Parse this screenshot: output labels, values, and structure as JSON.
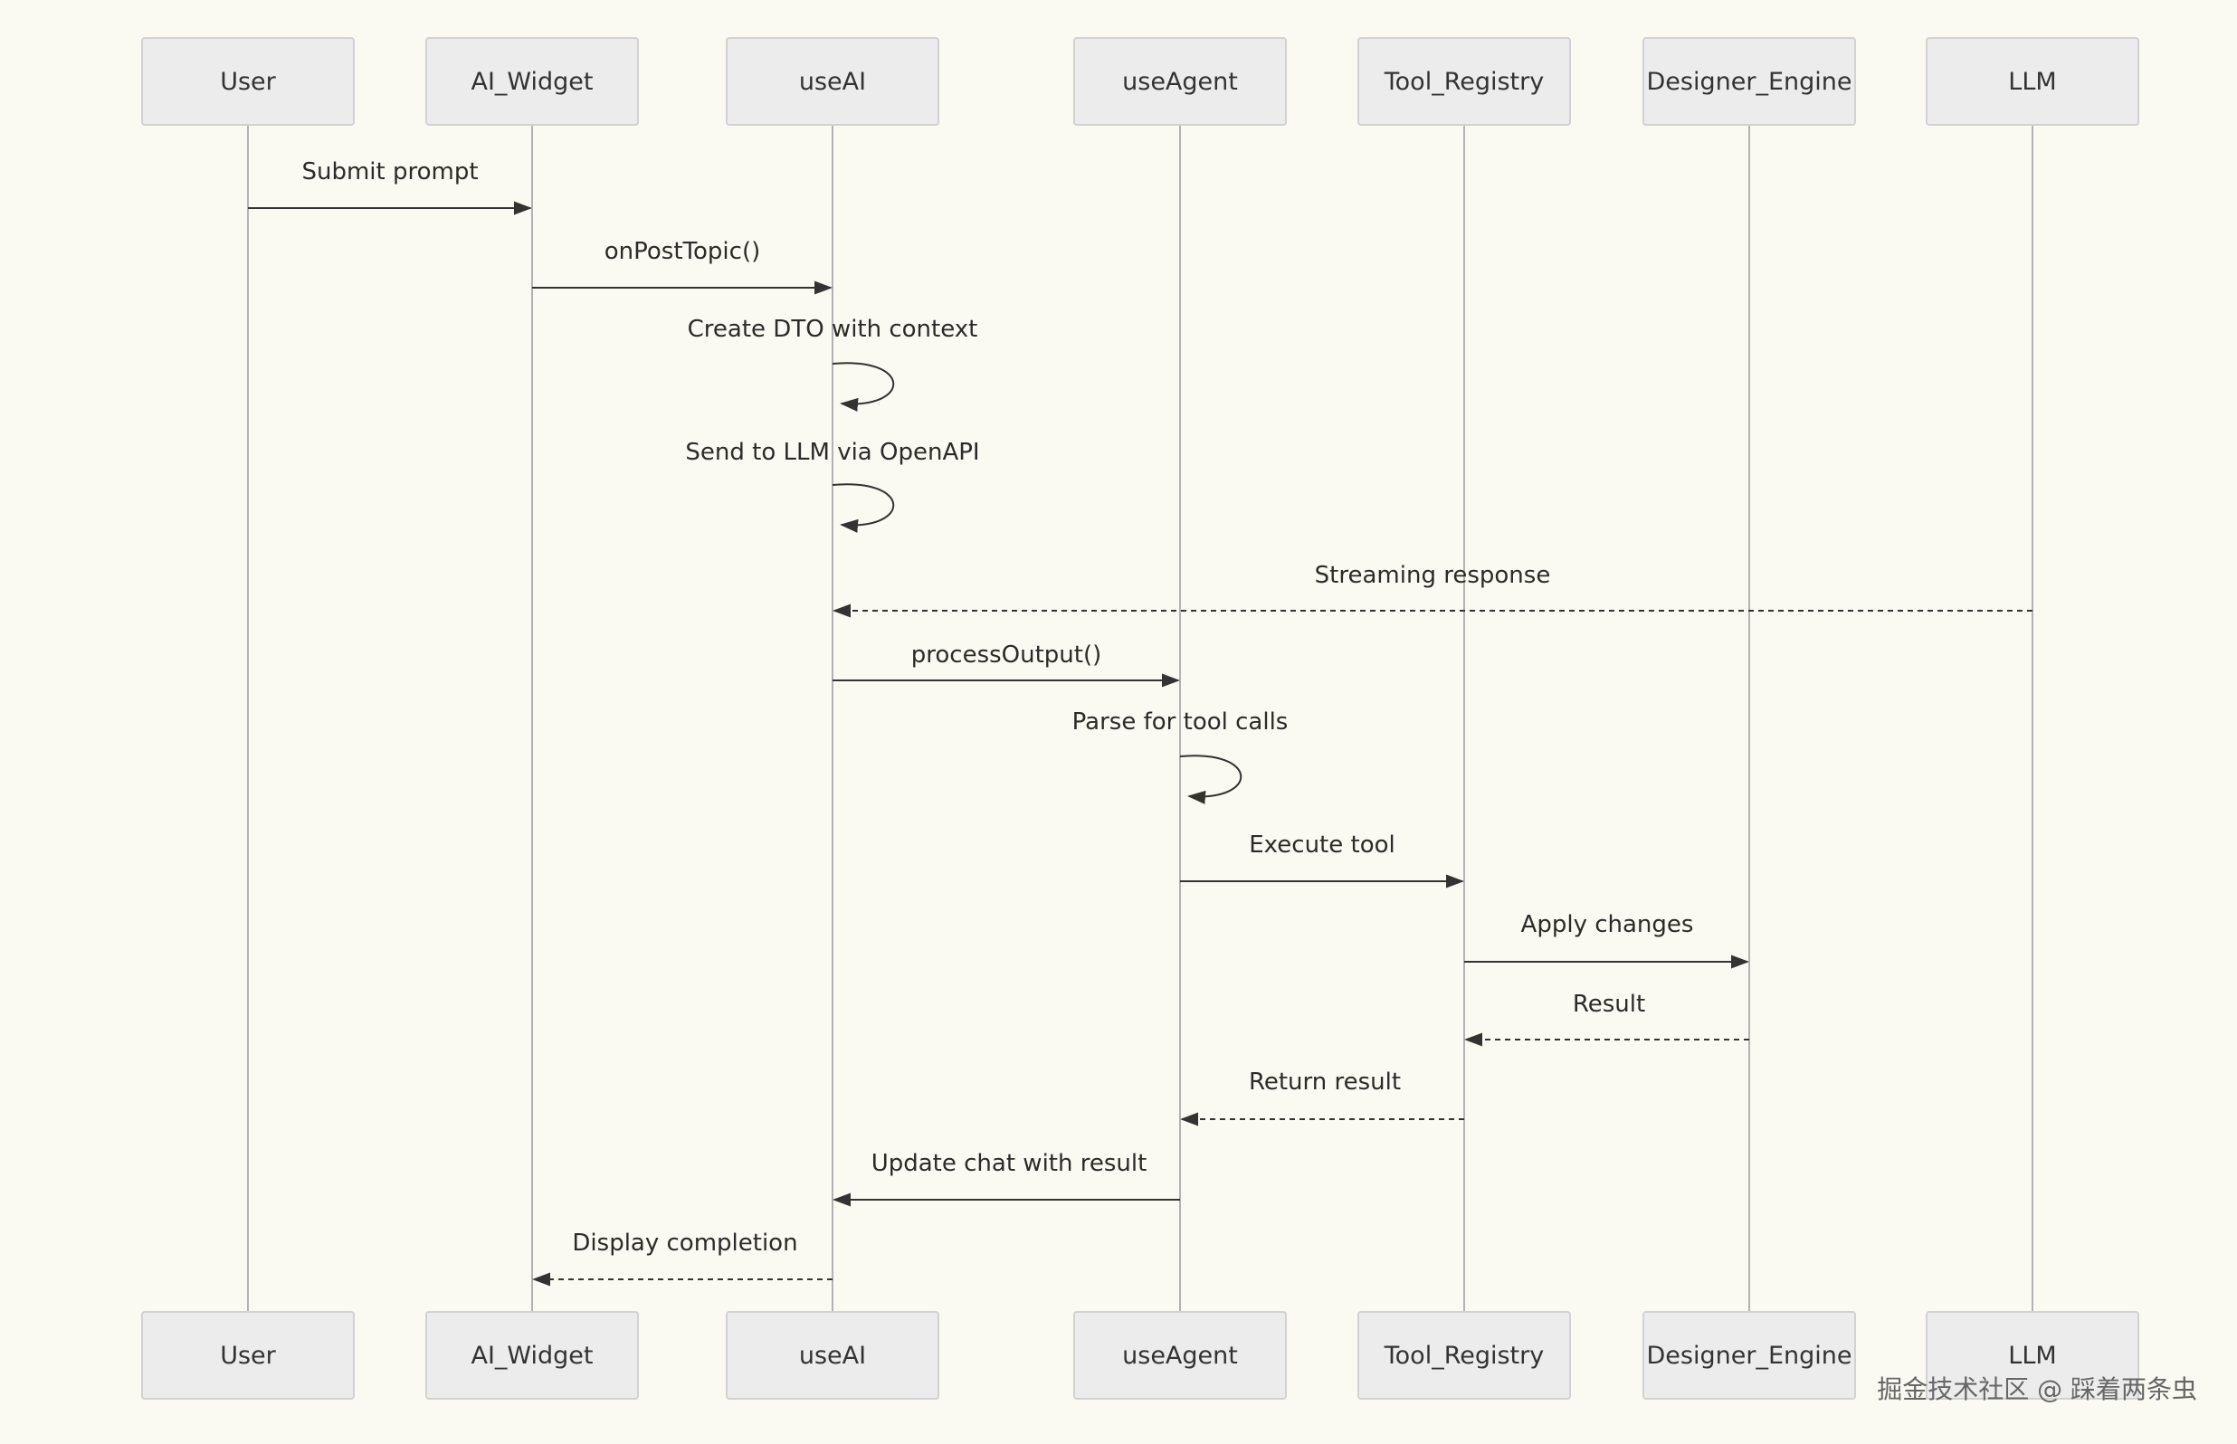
{
  "page": {
    "background_color": "#faf9f2",
    "watermark": "掘金技术社区 @ 踩着两条虫"
  },
  "diagram": {
    "type": "sequence-diagram",
    "colors": {
      "actor_fill": "#ececec",
      "actor_border": "#d2d2d2",
      "arrow": "#333333",
      "lifeline": "#b3b3b3",
      "text": "#2b2b2b"
    },
    "participants": [
      {
        "id": "user",
        "label": "User"
      },
      {
        "id": "ai-widget",
        "label": "AI_Widget"
      },
      {
        "id": "useai",
        "label": "useAI"
      },
      {
        "id": "useagent",
        "label": "useAgent"
      },
      {
        "id": "tool-registry",
        "label": "Tool_Registry"
      },
      {
        "id": "designer-engine",
        "label": "Designer_Engine"
      },
      {
        "id": "llm",
        "label": "LLM"
      }
    ],
    "messages": [
      {
        "from": "User",
        "to": "AI_Widget",
        "label": "Submit prompt",
        "line": "solid",
        "kind": "call"
      },
      {
        "from": "AI_Widget",
        "to": "useAI",
        "label": "onPostTopic()",
        "line": "solid",
        "kind": "call"
      },
      {
        "from": "useAI",
        "to": "useAI",
        "label": "Create DTO with context",
        "line": "solid",
        "kind": "self"
      },
      {
        "from": "useAI",
        "to": "useAI",
        "label": "Send to LLM via OpenAPI",
        "line": "solid",
        "kind": "self"
      },
      {
        "from": "LLM",
        "to": "useAI",
        "label": "Streaming response",
        "line": "dashed",
        "kind": "return"
      },
      {
        "from": "useAI",
        "to": "useAgent",
        "label": "processOutput()",
        "line": "solid",
        "kind": "call"
      },
      {
        "from": "useAgent",
        "to": "useAgent",
        "label": "Parse for tool calls",
        "line": "solid",
        "kind": "self"
      },
      {
        "from": "useAgent",
        "to": "Tool_Registry",
        "label": "Execute tool",
        "line": "solid",
        "kind": "call"
      },
      {
        "from": "Tool_Registry",
        "to": "Designer_Engine",
        "label": "Apply changes",
        "line": "solid",
        "kind": "call"
      },
      {
        "from": "Designer_Engine",
        "to": "Tool_Registry",
        "label": "Result",
        "line": "dashed",
        "kind": "return"
      },
      {
        "from": "Tool_Registry",
        "to": "useAgent",
        "label": "Return result",
        "line": "dashed",
        "kind": "return"
      },
      {
        "from": "useAgent",
        "to": "useAI",
        "label": "Update chat with result",
        "line": "solid",
        "kind": "call"
      },
      {
        "from": "useAI",
        "to": "AI_Widget",
        "label": "Display completion",
        "line": "dashed",
        "kind": "return"
      }
    ]
  }
}
